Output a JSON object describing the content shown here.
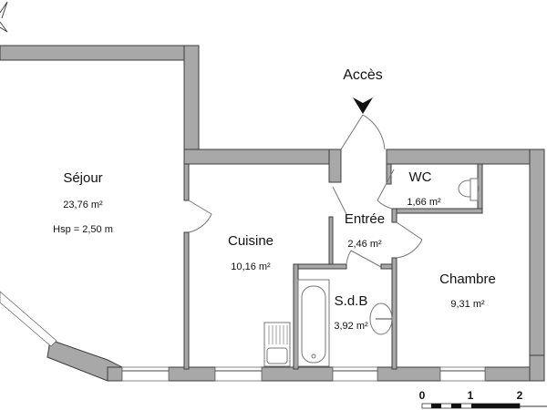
{
  "plan": {
    "access_label": "Accès",
    "rooms": [
      {
        "id": "sejour",
        "name": "Séjour",
        "area": "23,76 m²",
        "note": "Hsp = 2,50 m"
      },
      {
        "id": "cuisine",
        "name": "Cuisine",
        "area": "10,16 m²"
      },
      {
        "id": "entree",
        "name": "Entrée",
        "area": "2,46 m²"
      },
      {
        "id": "wc",
        "name": "WC",
        "area": "1,66 m²"
      },
      {
        "id": "sdb",
        "name": "S.d.B",
        "area": "3,92 m²"
      },
      {
        "id": "chambre",
        "name": "Chambre",
        "area": "9,31 m²"
      }
    ],
    "scale": {
      "ticks": [
        "0",
        "1",
        "2"
      ]
    },
    "colors": {
      "wall": "#a8a8a8",
      "wall_stroke": "#3c3c3c",
      "text": "#111111"
    }
  }
}
